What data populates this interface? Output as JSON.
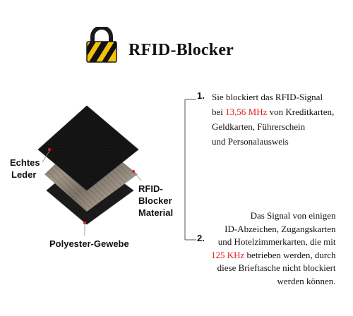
{
  "header": {
    "title": "RFID-Blocker",
    "icon": "lock-icon",
    "icon_colors": {
      "body": "#f4c20d",
      "stripe": "#111111",
      "shackle": "#1a1a1a"
    }
  },
  "diagram": {
    "layers": [
      {
        "name": "leather",
        "label": "Echtes Leder",
        "color": "#141414"
      },
      {
        "name": "rfid-blocker",
        "label": "RFID-Blocker Material",
        "color": "#8a7f72"
      },
      {
        "name": "polyester",
        "label": "Polyester-Gewebe",
        "color": "#1a1a1a"
      }
    ],
    "labels": {
      "leather_line1": "Echtes",
      "leather_line2": "Leder",
      "blocker_line1": "RFID-",
      "blocker_line2": "Blocker",
      "blocker_line3": "Material",
      "polyester": "Polyester-Gewebe"
    },
    "pointer_color": "#e02020"
  },
  "points": [
    {
      "number": "1.",
      "lines": [
        {
          "before": "Sie blockiert das RFID-Signal",
          "highlight": "",
          "after": ""
        },
        {
          "before": "bei ",
          "highlight": "13,56 MHz",
          "after": " von Kreditkarten,"
        },
        {
          "before": "Geldkarten, Führerschein",
          "highlight": "",
          "after": ""
        },
        {
          "before": "und Personalausweis",
          "highlight": "",
          "after": ""
        }
      ]
    },
    {
      "number": "2.",
      "lines": [
        {
          "before": "Das Signal von einigen",
          "highlight": "",
          "after": ""
        },
        {
          "before": "ID-Abzeichen, Zugangskarten",
          "highlight": "",
          "after": ""
        },
        {
          "before": "und Hotelzimmerkarten, die mit",
          "highlight": "",
          "after": ""
        },
        {
          "before": "",
          "highlight": "125 KHz",
          "after": " betrieben werden, durch"
        },
        {
          "before": "diese Brieftasche nicht blockiert",
          "highlight": "",
          "after": ""
        },
        {
          "before": "werden können.",
          "highlight": "",
          "after": ""
        }
      ]
    }
  ],
  "colors": {
    "highlight": "#e02020",
    "text": "#111111"
  }
}
